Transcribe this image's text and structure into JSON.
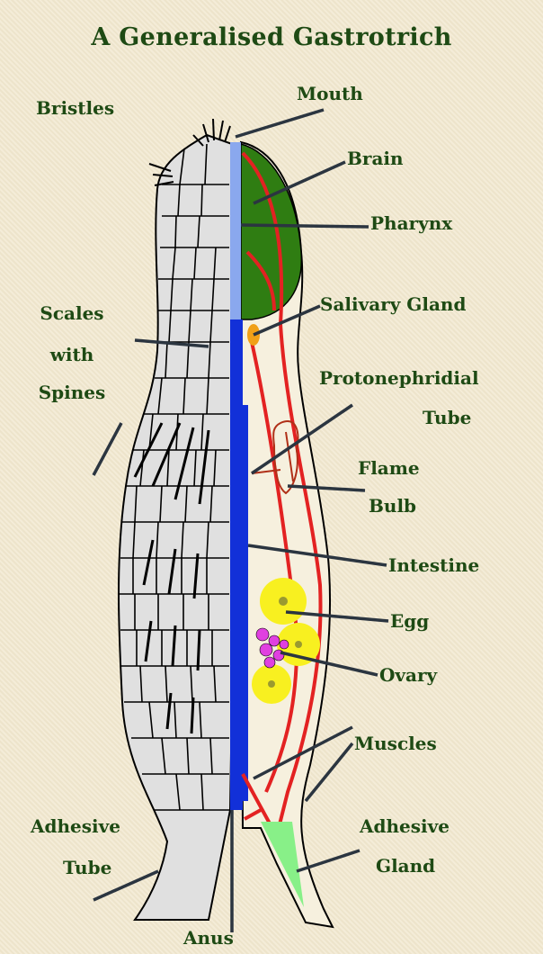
{
  "title": "A Generalised Gastrotrich",
  "labels": {
    "bristles": "Bristles",
    "mouth": "Mouth",
    "brain": "Brain",
    "pharynx": "Pharynx",
    "scales_1": "Scales",
    "scales_2": "with",
    "scales_3": "Spines",
    "salivary_gland": "Salivary Gland",
    "protonephridial_1": "Protonephridial",
    "protonephridial_2": "Tube",
    "flame_1": "Flame",
    "flame_2": "Bulb",
    "intestine": "Intestine",
    "egg": "Egg",
    "ovary": "Ovary",
    "muscles": "Muscles",
    "adhesive_tube_1": "Adhesive",
    "adhesive_tube_2": "Tube",
    "adhesive_gland_1": "Adhesive",
    "adhesive_gland_2": "Gland",
    "anus": "Anus"
  },
  "colors": {
    "label_text": "#1e4a14",
    "scales_fill": "#e0e0e0",
    "body_interior": "#f6f0de",
    "pharynx_lumen": "#8aa8ee",
    "intestine": "#1230d8",
    "brain": "#2f7d12",
    "muscle": "#e32222",
    "egg": "#f8f020",
    "ovary": "#e040e0",
    "salivary_gland": "#f0a018",
    "adhesive_gland": "#88f088",
    "leader_line": "#2b3540"
  }
}
